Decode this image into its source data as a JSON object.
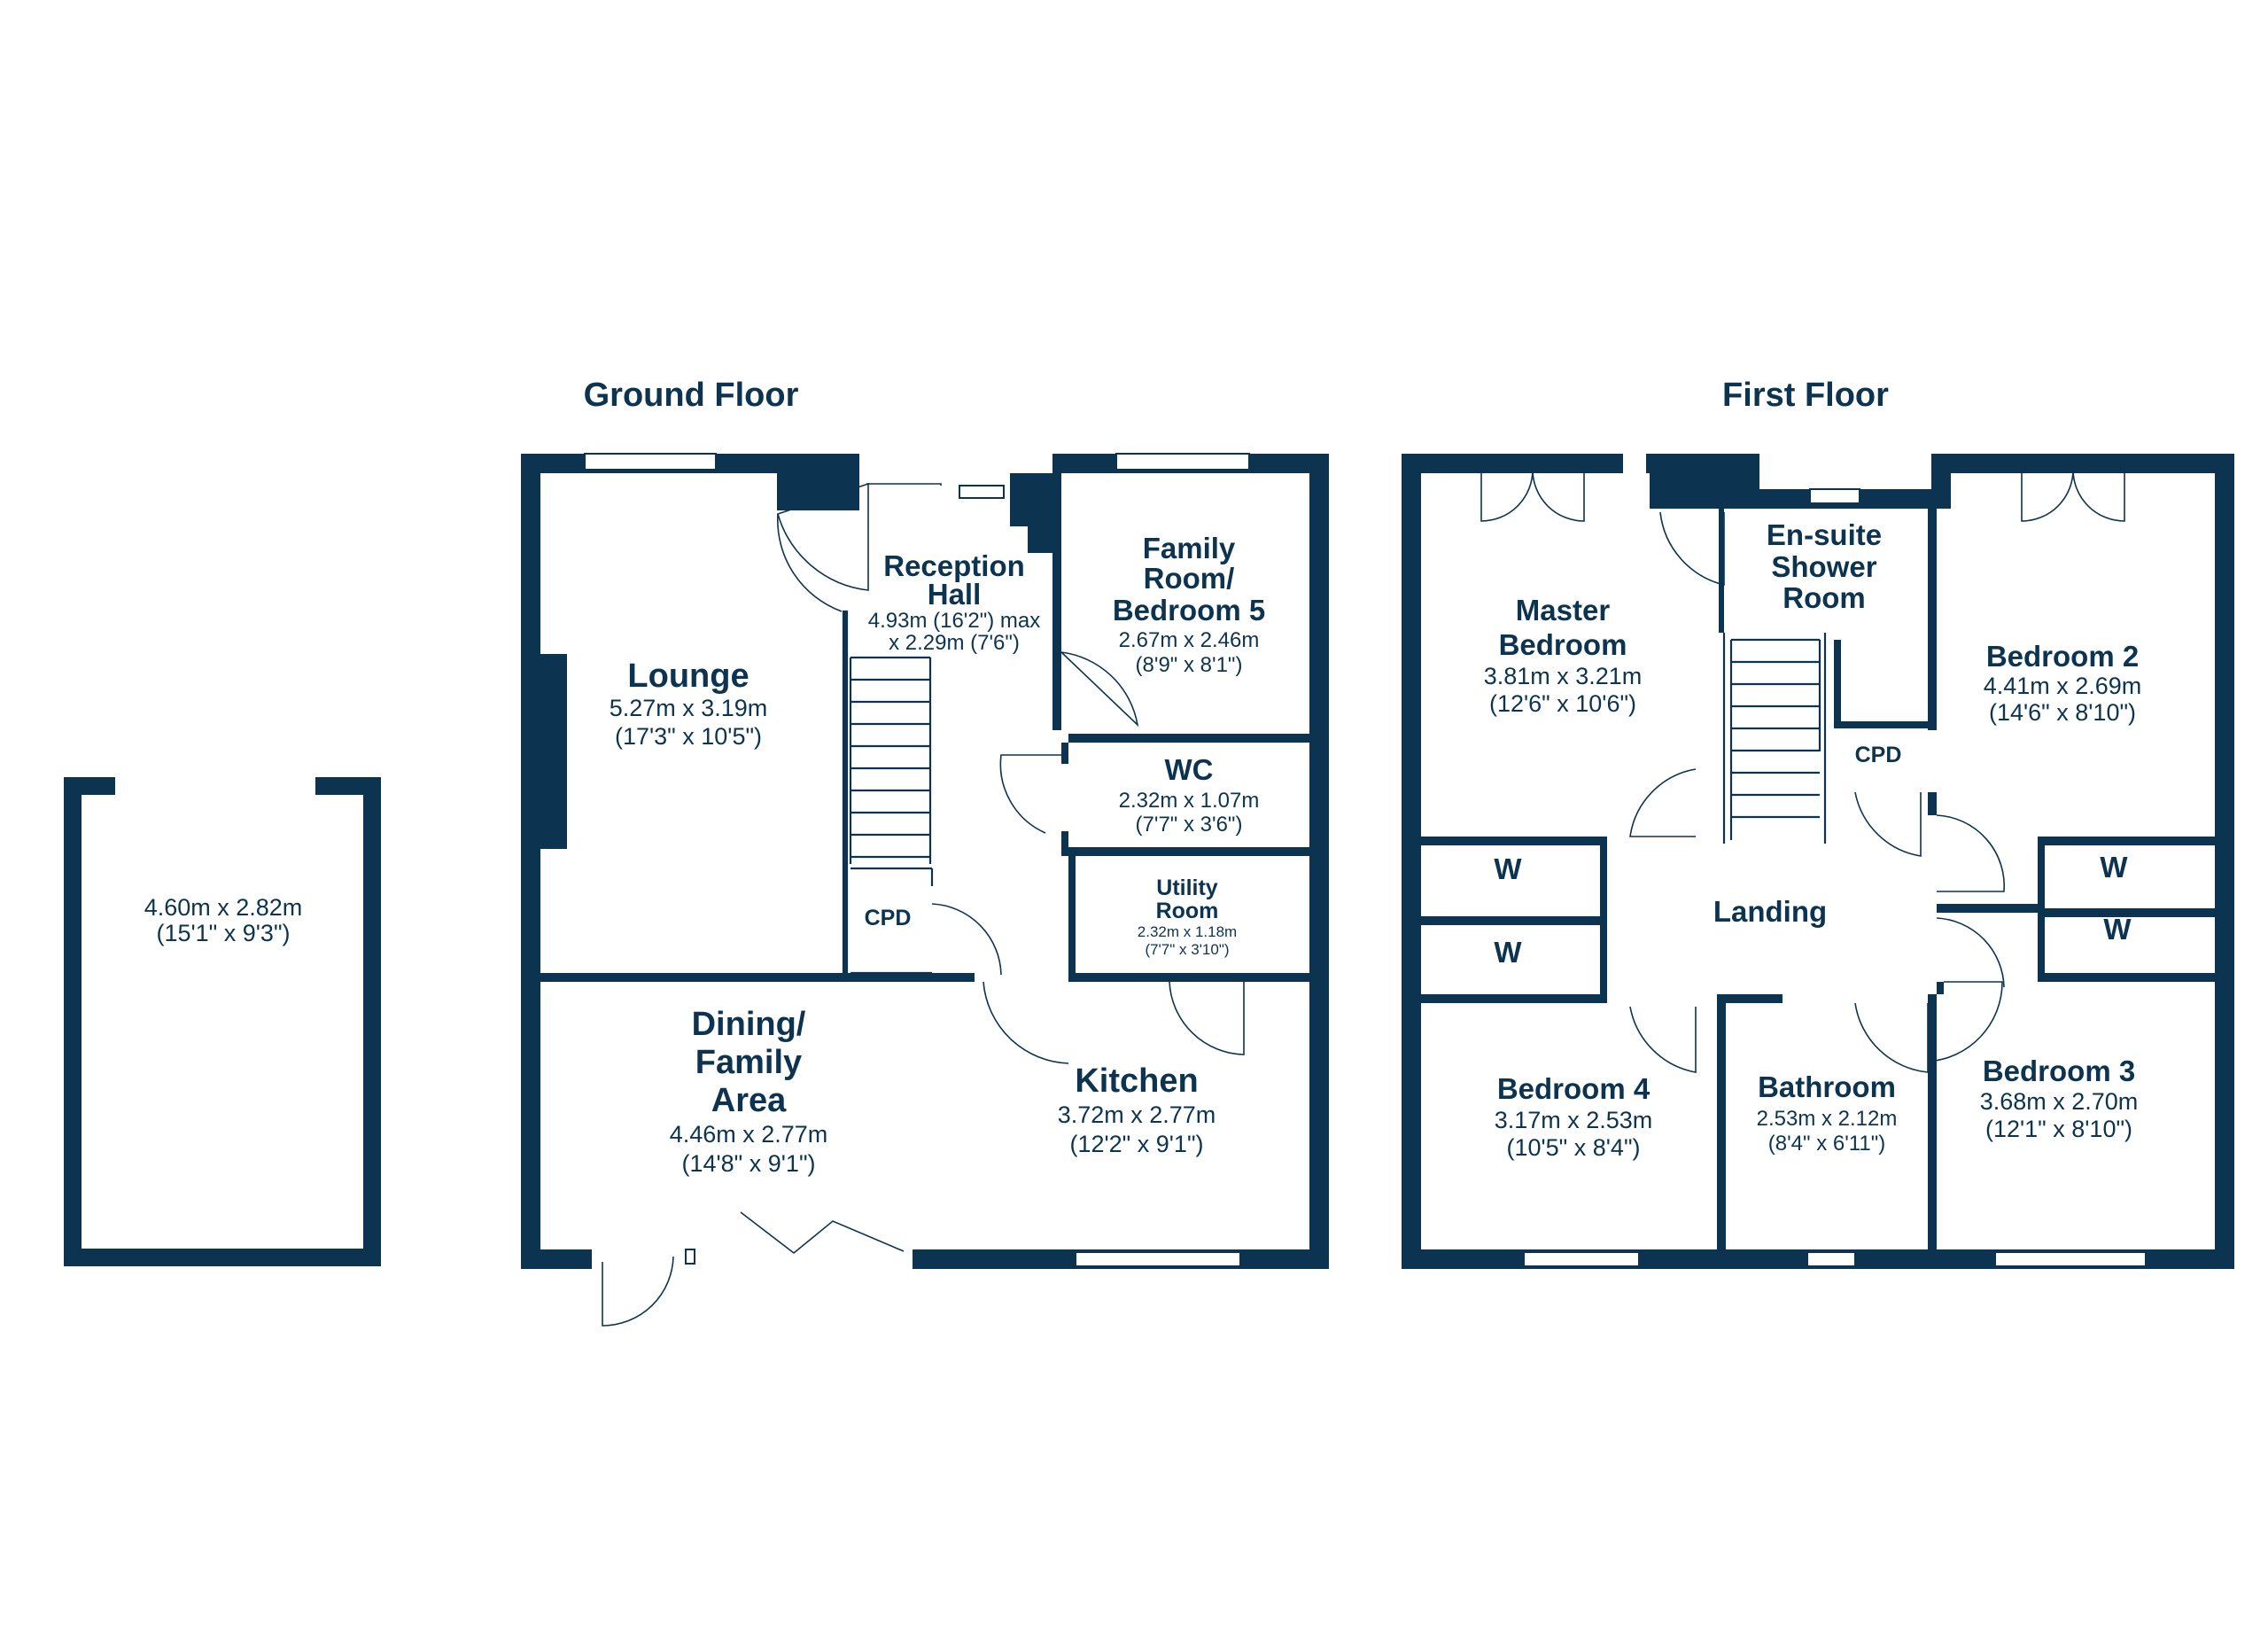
{
  "colors": {
    "wall": "#0c3450",
    "background": "#ffffff"
  },
  "floors": {
    "ground": {
      "title": "Ground Floor",
      "rooms": {
        "lounge": {
          "name": "Lounge",
          "dim_m": "5.27m x 3.19m",
          "dim_ft": "(17'3\" x 10'5\")"
        },
        "reception_hall": {
          "name_1": "Reception",
          "name_2": "Hall",
          "dim_1": "4.93m (16'2\") max",
          "dim_2": "x 2.29m (7'6\")"
        },
        "family_room": {
          "name_1": "Family",
          "name_2": "Room/",
          "name_3": "Bedroom 5",
          "dim_m": "2.67m x 2.46m",
          "dim_ft": "(8'9\" x 8'1\")"
        },
        "wc": {
          "name": "WC",
          "dim_m": "2.32m x 1.07m",
          "dim_ft": "(7'7\" x 3'6\")"
        },
        "utility": {
          "name_1": "Utility",
          "name_2": "Room",
          "dim_m": "2.32m x 1.18m",
          "dim_ft": "(7'7\" x 3'10\")"
        },
        "cpd": {
          "name": "CPD"
        },
        "dining": {
          "name_1": "Dining/",
          "name_2": "Family",
          "name_3": "Area",
          "dim_m": "4.46m x 2.77m",
          "dim_ft": "(14'8\" x 9'1\")"
        },
        "kitchen": {
          "name": "Kitchen",
          "dim_m": "3.72m x 2.77m",
          "dim_ft": "(12'2\" x 9'1\")"
        }
      }
    },
    "garage": {
      "dim_m": "4.60m x 2.82m",
      "dim_ft": "(15'1\" x 9'3\")"
    },
    "first": {
      "title": "First Floor",
      "rooms": {
        "master": {
          "name_1": "Master",
          "name_2": "Bedroom",
          "dim_m": "3.81m x 3.21m",
          "dim_ft": "(12'6\" x 10'6\")"
        },
        "ensuite": {
          "name_1": "En-suite",
          "name_2": "Shower",
          "name_3": "Room"
        },
        "bedroom2": {
          "name": "Bedroom 2",
          "dim_m": "4.41m x 2.69m",
          "dim_ft": "(14'6\" x 8'10\")"
        },
        "cpd": {
          "name": "CPD"
        },
        "landing": {
          "name": "Landing"
        },
        "wardrobe": {
          "label": "W"
        },
        "bedroom4": {
          "name": "Bedroom 4",
          "dim_m": "3.17m x 2.53m",
          "dim_ft": "(10'5\" x 8'4\")"
        },
        "bathroom": {
          "name": "Bathroom",
          "dim_m": "2.53m x 2.12m",
          "dim_ft": "(8'4\" x 6'11\")"
        },
        "bedroom3": {
          "name": "Bedroom 3",
          "dim_m": "3.68m x 2.70m",
          "dim_ft": "(12'1\" x 8'10\")"
        }
      }
    }
  }
}
